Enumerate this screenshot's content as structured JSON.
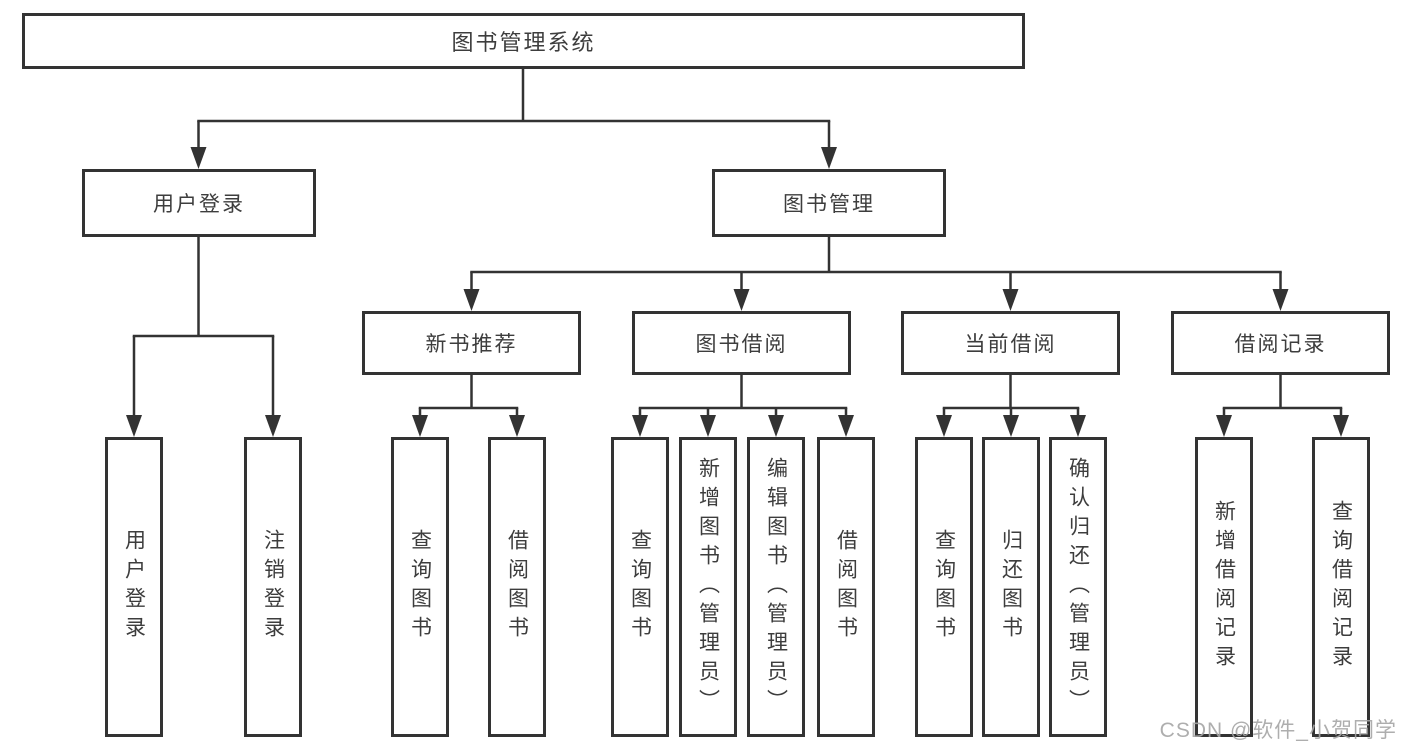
{
  "diagram": {
    "root": {
      "label": "图书管理系统"
    },
    "level2": [
      {
        "label": "用户登录"
      },
      {
        "label": "图书管理"
      }
    ],
    "level3": [
      {
        "label": "新书推荐"
      },
      {
        "label": "图书借阅"
      },
      {
        "label": "当前借阅"
      },
      {
        "label": "借阅记录"
      }
    ],
    "leaves": {
      "user_login": [
        "用户登录",
        "注销登录"
      ],
      "new_book": [
        "查询图书",
        "借阅图书"
      ],
      "book_borrow": [
        "查询图书",
        "新增图书（管理员）",
        "编辑图书（管理员）",
        "借阅图书"
      ],
      "current_borrow": [
        "查询图书",
        "归还图书",
        "确认归还（管理员）"
      ],
      "borrow_records": [
        "新增借阅记录",
        "查询借阅记录"
      ]
    }
  },
  "watermark": "CSDN @软件_小贺同学",
  "colors": {
    "line": "#333333",
    "text": "#3d3d3d",
    "watermark": "#a5a5a5"
  }
}
